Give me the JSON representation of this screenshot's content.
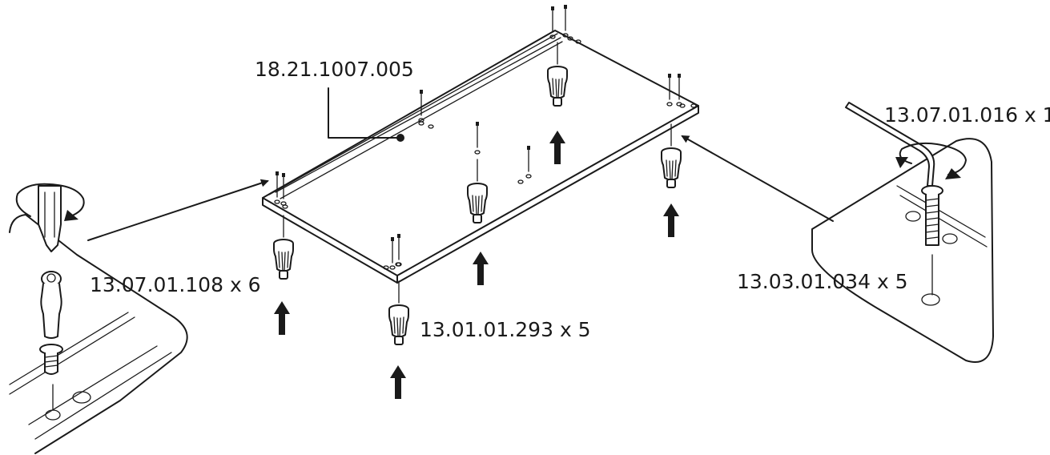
{
  "labels": {
    "panel": "18.21.1007.005",
    "hex_key": "13.07.01.016 x 1",
    "bolt": "13.03.01.034 x 5",
    "cam_dowel": "13.07.01.108 x 6",
    "leveling_foot": "13.01.01.293 x 5"
  },
  "icons": [
    "screwdriver-icon",
    "rotation-arrow-icon",
    "hex-key-icon",
    "bolt-icon",
    "leveling-foot-icon",
    "up-arrow-icon"
  ]
}
